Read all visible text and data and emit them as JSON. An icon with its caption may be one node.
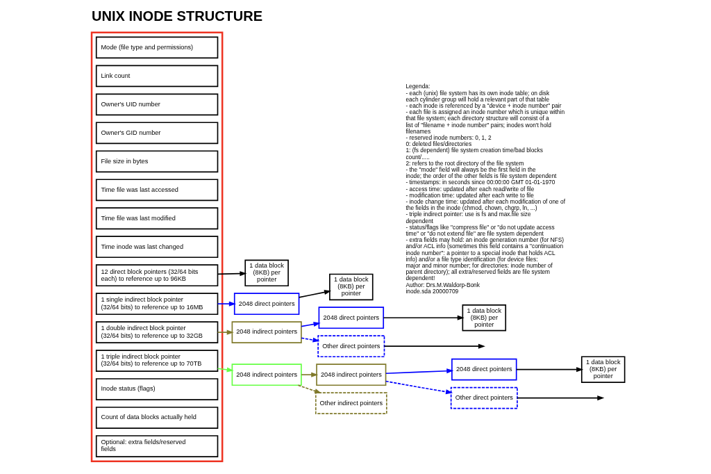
{
  "diagram": {
    "title": "UNIX INODE STRUCTURE",
    "nodes": [
      {
        "text": [],
        "shape": "box"
      },
      {
        "text": [
          "Mode (file type and permissions)"
        ],
        "in": 0
      },
      {
        "text": [
          "Link count"
        ],
        "in": 0
      },
      {
        "text": [
          "Owner's UID number"
        ],
        "in": 0
      },
      {
        "text": [
          "Owner's GID number"
        ],
        "in": 0
      },
      {
        "text": [
          "File size in bytes"
        ],
        "in": 0
      },
      {
        "text": [
          "Time file was last accessed"
        ],
        "in": 0
      },
      {
        "text": [
          "Time file was last modified"
        ],
        "in": 0
      },
      {
        "text": [
          "Time inode was last changed"
        ],
        "in": 0
      },
      {
        "text": [
          "12 direct block pointers (32/64 bits each) to reference up to 96KB"
        ],
        "in": 0
      },
      {
        "text": [
          "1 single indirect block pointer (32/64 bits) to reference up to 16MB"
        ],
        "in": 0
      },
      {
        "text": [
          "1 double indirect block pointer (32/64 bits) to reference up to 32GB"
        ],
        "in": 0
      },
      {
        "text": [
          "1 triple indirect block pointer (32/64 bits) to reference up to 70TB"
        ],
        "in": 0
      },
      {
        "text": [
          "Inode status (flags)"
        ],
        "in": 0
      },
      {
        "text": [
          "Count of data blocks actually held"
        ],
        "in": 0
      },
      {
        "text": [
          "Optional: extra fields/reserved fields"
        ],
        "in": 0
      },
      {
        "text": [
          "1 data block (8KB) per pointer"
        ]
      },
      {
        "text": [
          "2048 direct pointers"
        ]
      },
      {
        "text": [
          "1 data block (8KB) per pointer"
        ]
      },
      {
        "text": [
          "2048 indirect pointers"
        ]
      },
      {
        "text": [
          "2048 indirect pointers"
        ]
      },
      {
        "text": [
          "2048 indirect pointers"
        ]
      },
      {
        "text": [
          "Other indirect pointers"
        ]
      },
      {
        "text": [
          "2048 direct pointers"
        ]
      },
      {
        "text": [
          "1 data block (8KB) per pointer"
        ]
      },
      {
        "text": [
          "Other direct pointers"
        ]
      },
      {
        "text": [
          "2048 direct pointers"
        ]
      },
      {
        "text": [
          "1 data block (8KB) per pointer"
        ]
      },
      {
        "text": [
          "Other direct pointers"
        ]
      }
    ],
    "edges": [
      {
        "from": 9,
        "to": 16,
        "arrow": "to"
      },
      {
        "from": 10,
        "to": 17,
        "arrow": "to",
        "color": "#0000ff"
      },
      {
        "from": 17,
        "to": 18,
        "arrow": "to"
      },
      {
        "from": 11,
        "to": 19,
        "arrow": "to",
        "color": "#807a2c"
      },
      {
        "from": 12,
        "to": 20,
        "arrow": "to",
        "color": "#66ff44"
      },
      {
        "from": 20,
        "to": 21,
        "arrow": "to",
        "color": "#807a2c"
      },
      {
        "from": 20,
        "to": 22,
        "arrow": "to",
        "style": "dashed",
        "color": "#807a2c"
      },
      {
        "from": 19,
        "to": 23,
        "arrow": "to",
        "color": "#0000ff"
      },
      {
        "from": 19,
        "to": 25,
        "arrow": "to",
        "style": "dashed",
        "color": "#0000ff"
      },
      {
        "from": 21,
        "to": 26,
        "arrow": "to",
        "color": "#0000ff"
      },
      {
        "from": 21,
        "to": 28,
        "arrow": "to",
        "style": "dashed",
        "color": "#0000ff"
      },
      {
        "from": 23,
        "to": 24,
        "arrow": "to"
      },
      {
        "from": 25,
        "to": null,
        "arrow": "to"
      },
      {
        "from": 26,
        "to": 27,
        "arrow": "to"
      },
      {
        "from": 28,
        "to": null,
        "arrow": "to"
      }
    ],
    "labels": [
      "Legenda:",
      "- each (unix) file system has its own inode table; on disk each cylinder group will hold a relevant part of that table",
      "- each inode is referenced by a \"device + inode number\" pair",
      "- each file is assigned an inode number which is unique within that file system; each directory structure will consist of a list of \"filename + inode number\" pairs; inodes won't hold filenames",
      "- reserved inode numbers: 0, 1, 2",
      "0: deleted files/directories",
      "1: (fs dependent) file system creation time/bad blocks count/.....",
      "2: refers to the root directory of the file system",
      "- the \"mode\" field will always be the first field in the inode; the order of the other fields is file system dependent",
      "- timestamps: in seconds since 00:00:00 GMT 01-01-1970",
      "- access time: updated after each read/write of file",
      "- modification time: updated after each write to file",
      "- inode change time: updated after each modification of one of the fields in the inode (chmod, chown, chgrp, ln, ...)",
      "- triple indirect pointer: use is fs and max.file size dependent",
      "- status/flags like \"compress file\" or \"do not update access time\" or \"do not extend file\" are file system dependent",
      "- extra fields may hold: an inode generation number (for NFS) and/or ACL info (sometimes this field contains a \"continuation inode number\": a pointer to a special inode that holds ACL info) and/or a file type identification (for device files: major and minor number; for directories: inode number of parent directory); all extra/reserved fields are file system dependent!",
      "Author: Drs.M.Waldorp-Bonk",
      "inode.sda 20000709"
    ]
  }
}
